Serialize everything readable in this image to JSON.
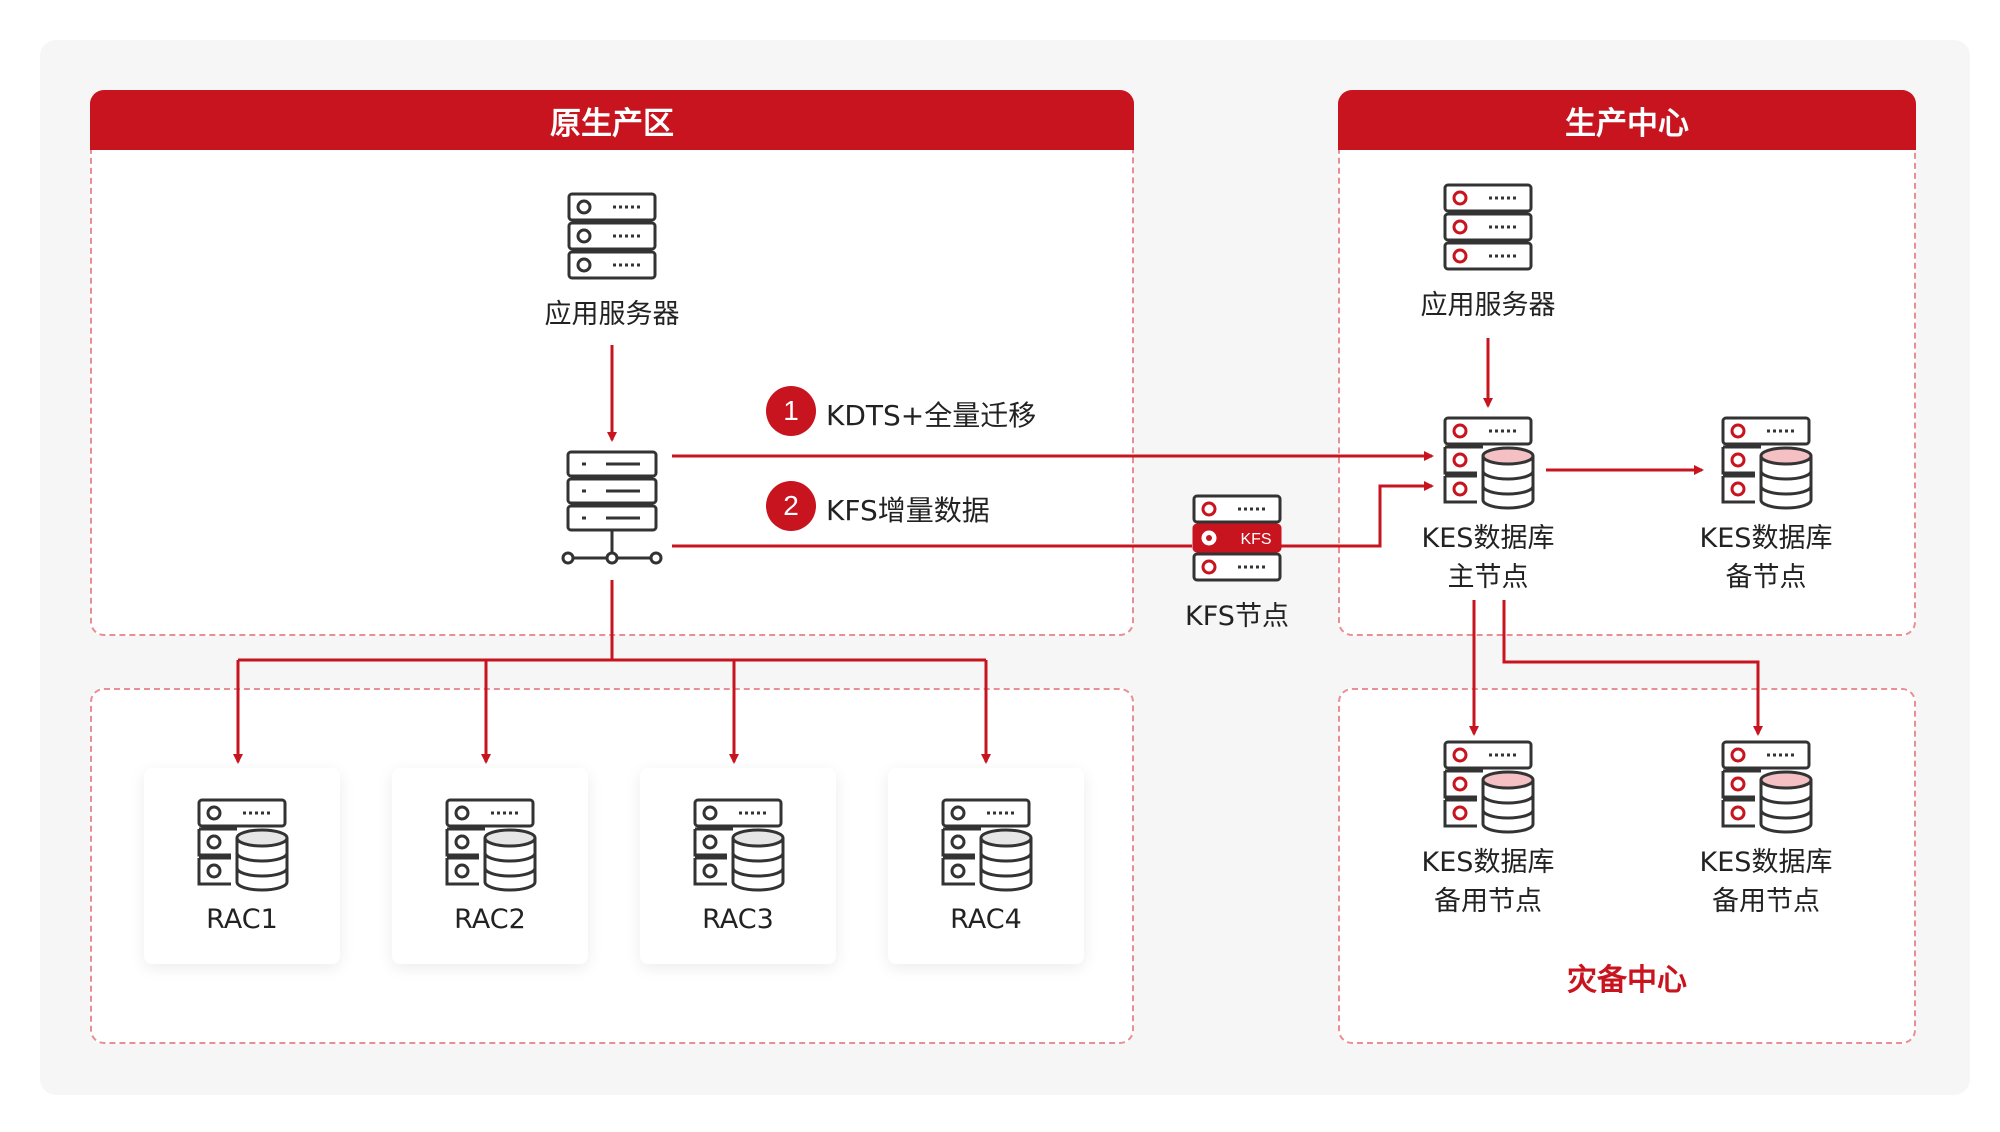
{
  "zones": {
    "origin": {
      "title": "原生产区"
    },
    "production": {
      "title": "生产中心"
    },
    "dr": {
      "title": "灾备中心"
    }
  },
  "nodes": {
    "origin_app_server": "应用服务器",
    "prod_app_server": "应用服务器",
    "kfs_node": "KFS节点",
    "kfs_badge": "KFS",
    "kes_master_line1": "KES数据库",
    "kes_master_line2": "主节点",
    "kes_standby_line1": "KES数据库",
    "kes_standby_line2": "备节点",
    "dr_standby_a_line1": "KES数据库",
    "dr_standby_a_line2": "备用节点",
    "dr_standby_b_line1": "KES数据库",
    "dr_standby_b_line2": "备用节点",
    "rac": [
      "RAC1",
      "RAC2",
      "RAC3",
      "RAC4"
    ]
  },
  "steps": [
    {
      "num": "1",
      "text": "KDTS+全量迁移"
    },
    {
      "num": "2",
      "text": "KFS增量数据"
    }
  ],
  "colors": {
    "accent": "#c8141f",
    "dashed_border": "#e88f96",
    "db_fill": "#f4c0c4",
    "icon_stroke": "#333333"
  }
}
